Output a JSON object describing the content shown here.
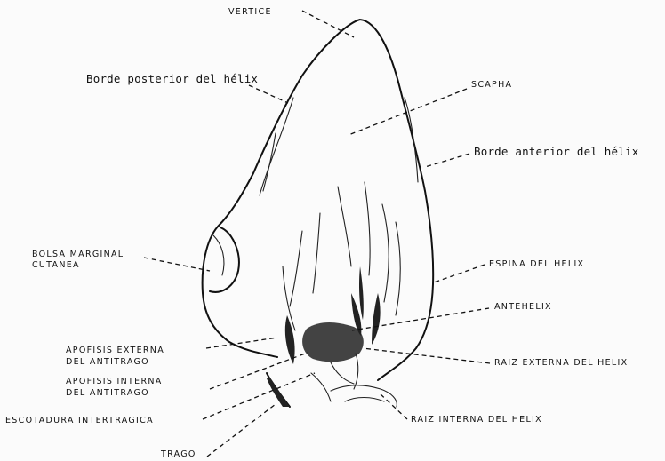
{
  "labels": {
    "vertice": "VERTICE",
    "borde_posterior": "Borde posterior del hélix",
    "scapha": "SCAPHA",
    "borde_anterior": "Borde anterior del hélix",
    "bolsa_1": "BOLSA MARGINAL",
    "bolsa_2": "CUTANEA",
    "espina": "ESPINA DEL HELIX",
    "antehelix": "ANTEHELIX",
    "apofisis_ext_1": "APOFISIS EXTERNA",
    "apofisis_ext_2": "DEL ANTITRAGO",
    "raiz_externa": "RAIZ EXTERNA DEL HELIX",
    "apofisis_int_1": "APOFISIS INTERNA",
    "apofisis_int_2": "DEL ANTITRAGO",
    "escotadura": "ESCOTADURA INTERTRAGICA",
    "raiz_interna": "RAIZ INTERNA DEL HELIX",
    "trago": "TRAGO"
  }
}
